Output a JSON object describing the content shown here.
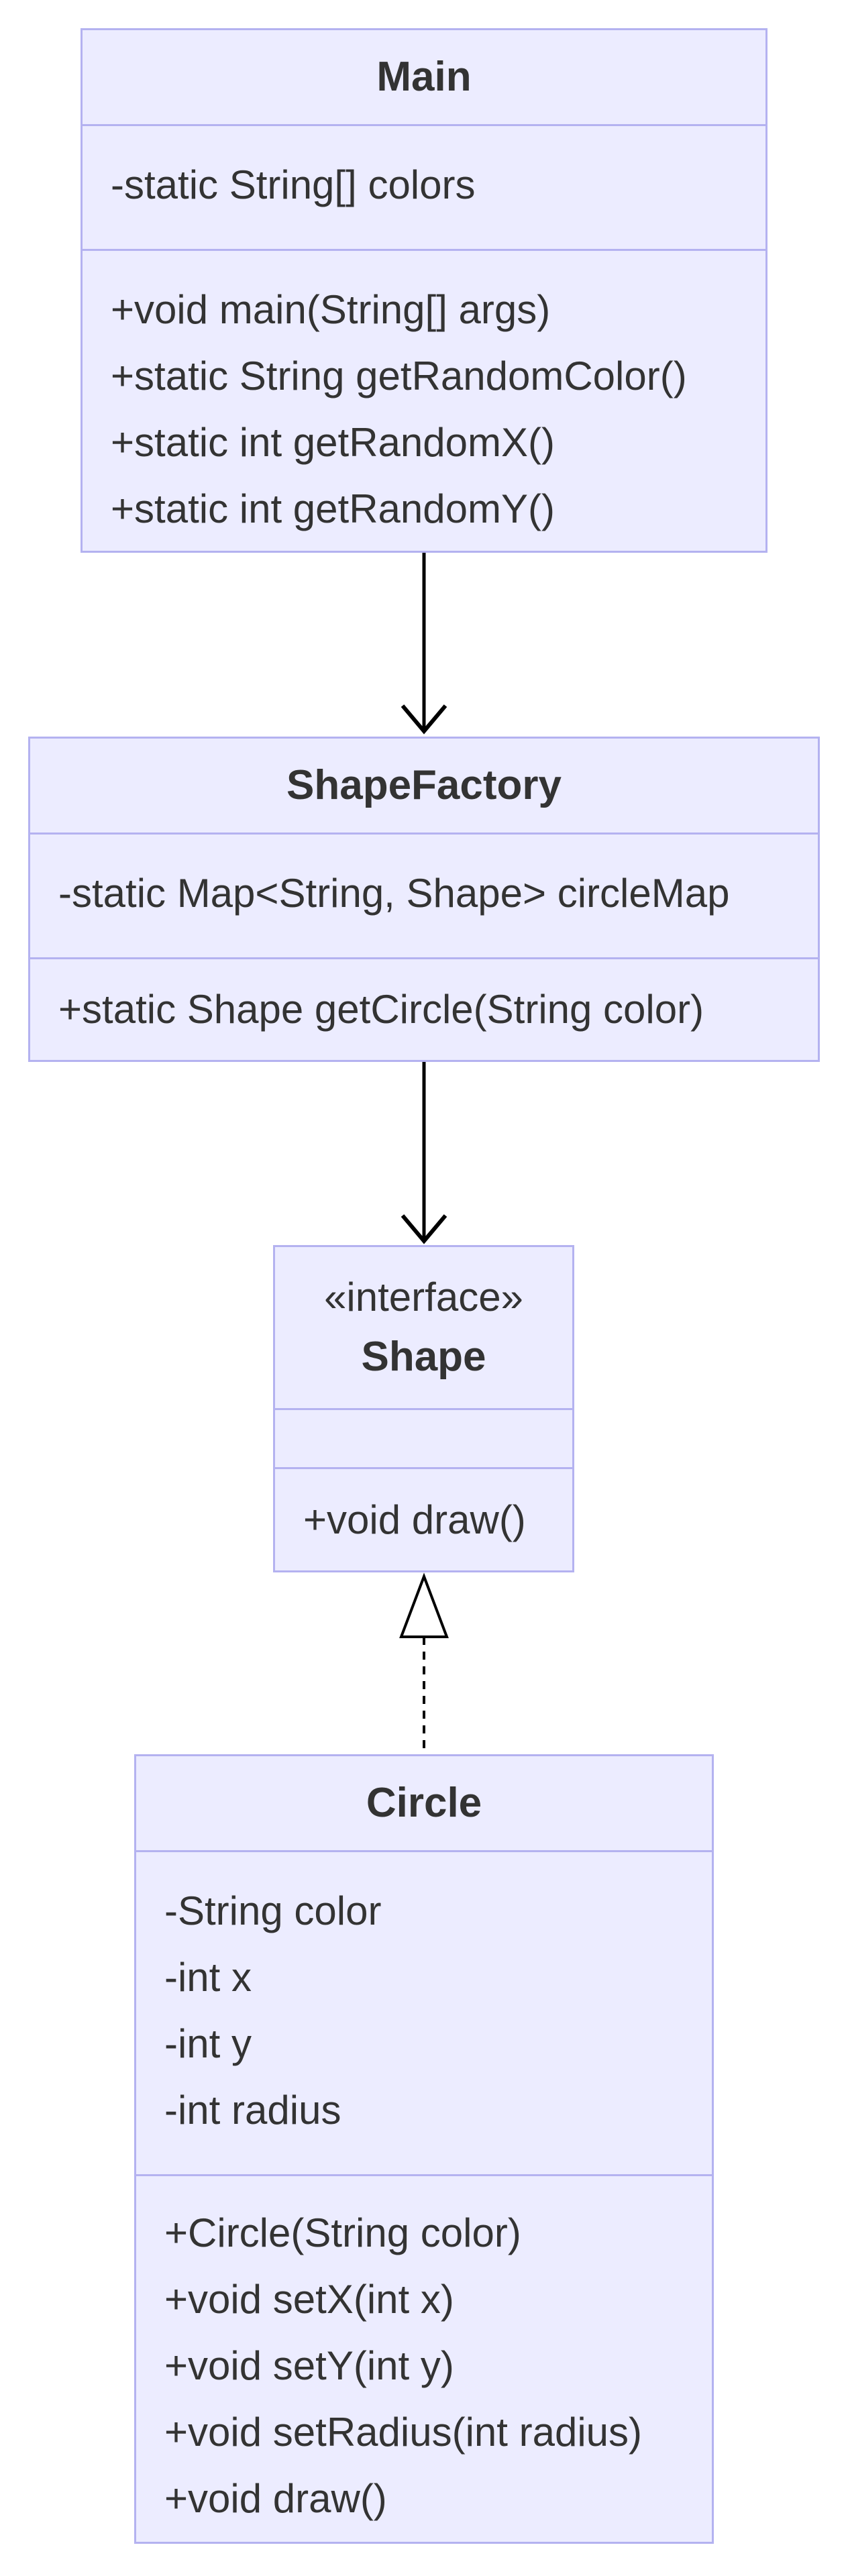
{
  "diagram": {
    "type": "uml-class-diagram",
    "classes": [
      {
        "id": "main",
        "name": "Main",
        "stereotype": "",
        "attributes": [
          "-static String[] colors"
        ],
        "methods": [
          "+void main(String[] args)",
          "+static String getRandomColor()",
          "+static int getRandomX()",
          "+static int getRandomY()"
        ]
      },
      {
        "id": "shapefactory",
        "name": "ShapeFactory",
        "stereotype": "",
        "attributes": [
          "-static Map<String, Shape> circleMap"
        ],
        "methods": [
          "+static Shape getCircle(String color)"
        ]
      },
      {
        "id": "shape",
        "name": "Shape",
        "stereotype": "«interface»",
        "attributes": [],
        "methods": [
          "+void draw()"
        ]
      },
      {
        "id": "circle",
        "name": "Circle",
        "stereotype": "",
        "attributes": [
          "-String color",
          "-int x",
          "-int y",
          "-int radius"
        ],
        "methods": [
          "+Circle(String color)",
          "+void setX(int x)",
          "+void setY(int y)",
          "+void setRadius(int radius)",
          "+void draw()"
        ]
      }
    ],
    "relations": [
      {
        "from": "Main",
        "to": "ShapeFactory",
        "kind": "association"
      },
      {
        "from": "ShapeFactory",
        "to": "Shape",
        "kind": "association"
      },
      {
        "from": "Circle",
        "to": "Shape",
        "kind": "realization"
      }
    ],
    "colors": {
      "box_fill": "#ECECFF",
      "box_border": "#B4B2F0",
      "text": "#333333",
      "edge": "#000000"
    }
  }
}
